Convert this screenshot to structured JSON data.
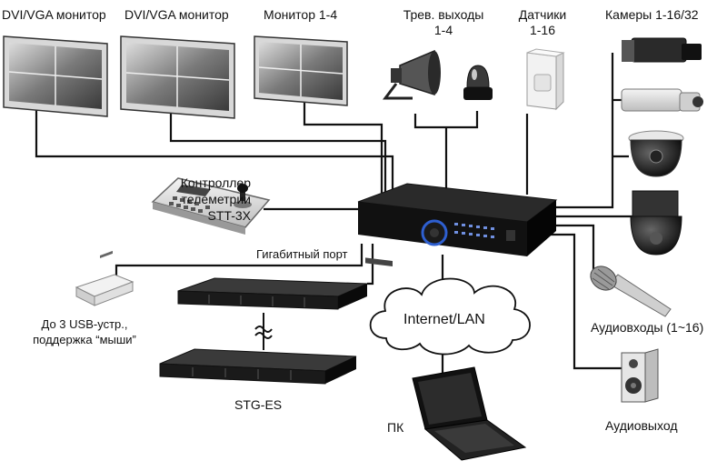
{
  "labels": {
    "monitor_dvi_1": "DVI/VGA монитор",
    "monitor_dvi_2": "DVI/VGA монитор",
    "monitor_1_4": "Монитор 1-4",
    "alarm_outputs_l1": "Трев. выходы",
    "alarm_outputs_l2": "1-4",
    "sensors_l1": "Датчики",
    "sensors_l2": "1-16",
    "cameras": "Камеры 1-16/32",
    "controller_l1": "Контроллер",
    "controller_l2": "телеметрии",
    "controller_l3": "STT-3X",
    "gigabit_port": "Гигабитный порт",
    "usb_l1": "До 3 USB-устр.,",
    "usb_l2": "поддержка “мыши”",
    "internet": "Internet/LAN",
    "audio_in": "Аудиовходы (1~16)",
    "stg": "STG-ES",
    "pc": "ПК",
    "audio_out": "Аудиовыход"
  },
  "icons": {
    "monitor": "monitor-icon",
    "siren": "siren-icon",
    "beacon": "beacon-icon",
    "sensor": "motion-sensor-icon",
    "box_camera": "box-camera-icon",
    "dome_camera": "dome-camera-icon",
    "ptz_camera": "ptz-camera-icon",
    "keyboard": "ptz-keyboard-icon",
    "dvr": "dvr-icon",
    "usb": "usb-device-icon",
    "storage": "storage-rack-icon",
    "cloud": "cloud-icon",
    "laptop": "laptop-icon",
    "microphone": "microphone-icon",
    "speaker": "speaker-icon"
  },
  "colors": {
    "line": "#111111",
    "device_dark": "#1e1e1e",
    "device_light": "#e6e6e6",
    "dvr_accent": "#2e5fd0"
  }
}
